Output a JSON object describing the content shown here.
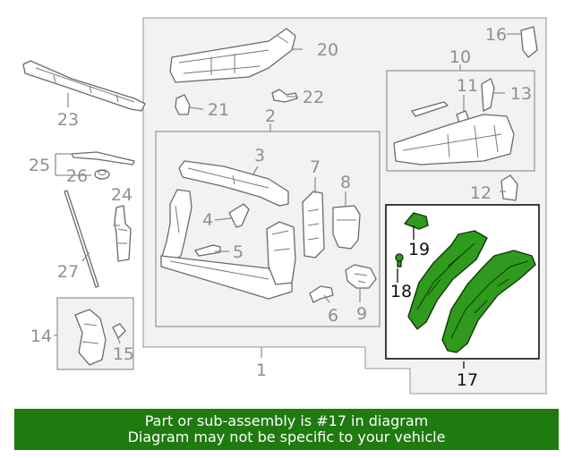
{
  "callouts": {
    "c1": "1",
    "c2": "2",
    "c3": "3",
    "c4": "4",
    "c5": "5",
    "c6": "6",
    "c7": "7",
    "c8": "8",
    "c9": "9",
    "c10": "10",
    "c11": "11",
    "c12": "12",
    "c13": "13",
    "c14": "14",
    "c15": "15",
    "c16": "16",
    "c17": "17",
    "c18": "18",
    "c19": "19",
    "c20": "20",
    "c21": "21",
    "c22": "22",
    "c23": "23",
    "c24": "24",
    "c25": "25",
    "c26": "26",
    "c27": "27"
  },
  "highlight": {
    "part_number": "17",
    "color": "#2f9a1e"
  },
  "banner": {
    "line1": "Part or sub-assembly is #17 in diagram",
    "line2": "Diagram may not be specific to your vehicle",
    "background": "#1f7a0f"
  }
}
